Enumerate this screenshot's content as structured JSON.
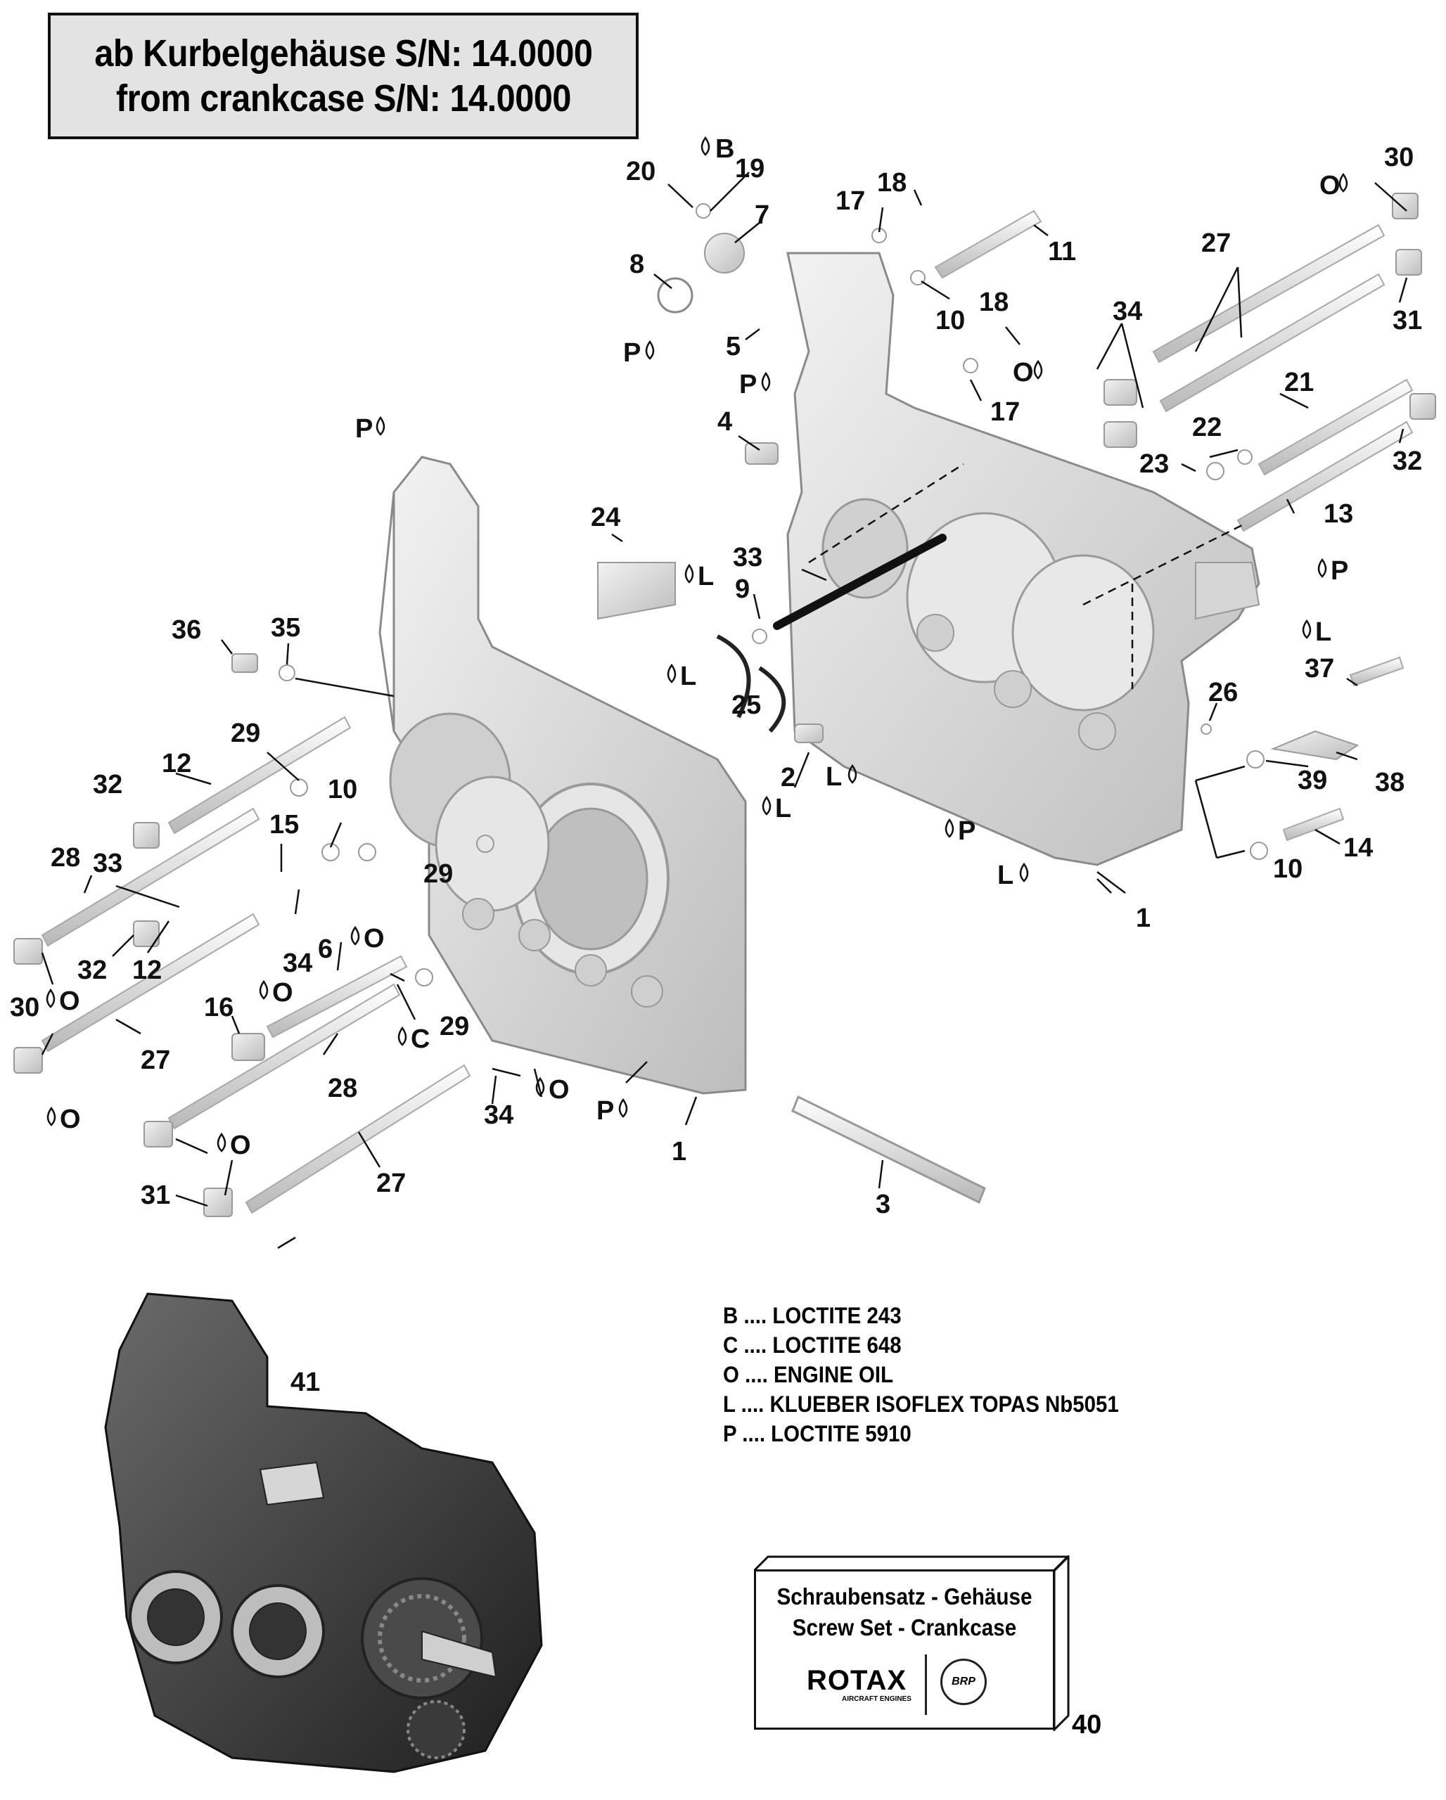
{
  "title": {
    "line1": "ab Kurbelgehäuse S/N: 14.0000",
    "line2": "from crankcase S/N: 14.0000"
  },
  "callouts": [
    {
      "id": "c20",
      "text": "20"
    },
    {
      "id": "c19",
      "text": "19"
    },
    {
      "id": "c7",
      "text": "7"
    },
    {
      "id": "c8",
      "text": "8"
    },
    {
      "id": "c17a",
      "text": "17"
    },
    {
      "id": "c18a",
      "text": "18"
    },
    {
      "id": "c11",
      "text": "11"
    },
    {
      "id": "c10a",
      "text": "10"
    },
    {
      "id": "c5",
      "text": "5"
    },
    {
      "id": "c18b",
      "text": "18"
    },
    {
      "id": "c34a",
      "text": "34"
    },
    {
      "id": "c27a",
      "text": "27"
    },
    {
      "id": "c30a",
      "text": "30"
    },
    {
      "id": "c31a",
      "text": "31"
    },
    {
      "id": "c17b",
      "text": "17"
    },
    {
      "id": "c4",
      "text": "4"
    },
    {
      "id": "c21",
      "text": "21"
    },
    {
      "id": "c22",
      "text": "22"
    },
    {
      "id": "c23",
      "text": "23"
    },
    {
      "id": "c32a",
      "text": "32"
    },
    {
      "id": "c13",
      "text": "13"
    },
    {
      "id": "c24",
      "text": "24"
    },
    {
      "id": "c33a",
      "text": "33"
    },
    {
      "id": "c9",
      "text": "9"
    },
    {
      "id": "c25",
      "text": "25"
    },
    {
      "id": "c36",
      "text": "36"
    },
    {
      "id": "c35",
      "text": "35"
    },
    {
      "id": "c37",
      "text": "37"
    },
    {
      "id": "c26",
      "text": "26"
    },
    {
      "id": "c29a",
      "text": "29"
    },
    {
      "id": "c12a",
      "text": "12"
    },
    {
      "id": "c2",
      "text": "2"
    },
    {
      "id": "c39",
      "text": "39"
    },
    {
      "id": "c38",
      "text": "38"
    },
    {
      "id": "c32b",
      "text": "32"
    },
    {
      "id": "c10b",
      "text": "10"
    },
    {
      "id": "c15",
      "text": "15"
    },
    {
      "id": "c28a",
      "text": "28"
    },
    {
      "id": "c33b",
      "text": "33"
    },
    {
      "id": "c29b",
      "text": "29"
    },
    {
      "id": "c14",
      "text": "14"
    },
    {
      "id": "c10c",
      "text": "10"
    },
    {
      "id": "c1a",
      "text": "1"
    },
    {
      "id": "c34b",
      "text": "34"
    },
    {
      "id": "c6",
      "text": "6"
    },
    {
      "id": "c32c",
      "text": "32"
    },
    {
      "id": "c12b",
      "text": "12"
    },
    {
      "id": "c30b",
      "text": "30"
    },
    {
      "id": "c16",
      "text": "16"
    },
    {
      "id": "c29c",
      "text": "29"
    },
    {
      "id": "c27b",
      "text": "27"
    },
    {
      "id": "c28b",
      "text": "28"
    },
    {
      "id": "c34c",
      "text": "34"
    },
    {
      "id": "c1b",
      "text": "1"
    },
    {
      "id": "c31b",
      "text": "31"
    },
    {
      "id": "c27c",
      "text": "27"
    },
    {
      "id": "c3",
      "text": "3"
    },
    {
      "id": "c41",
      "text": "41"
    }
  ],
  "drop_labels": [
    {
      "id": "dB",
      "text": "B"
    },
    {
      "id": "dO1",
      "text": "O"
    },
    {
      "id": "dP1",
      "text": "P"
    },
    {
      "id": "dP2",
      "text": "P"
    },
    {
      "id": "dO2",
      "text": "O"
    },
    {
      "id": "dP3",
      "text": "P"
    },
    {
      "id": "dL1",
      "text": "L"
    },
    {
      "id": "dL2",
      "text": "L"
    },
    {
      "id": "dP4",
      "text": "P"
    },
    {
      "id": "dL3",
      "text": "L"
    },
    {
      "id": "dL4",
      "text": "L"
    },
    {
      "id": "dL5",
      "text": "L"
    },
    {
      "id": "dP5",
      "text": "P"
    },
    {
      "id": "dL6",
      "text": "L"
    },
    {
      "id": "dO3",
      "text": "O"
    },
    {
      "id": "dO4",
      "text": "O"
    },
    {
      "id": "dO5",
      "text": "O"
    },
    {
      "id": "dC",
      "text": "C"
    },
    {
      "id": "dO6",
      "text": "O"
    },
    {
      "id": "dP6",
      "text": "P"
    },
    {
      "id": "dO7",
      "text": "O"
    },
    {
      "id": "dO8",
      "text": "O"
    }
  ],
  "legend": [
    {
      "key": "B",
      "text": "B .... LOCTITE 243"
    },
    {
      "key": "C",
      "text": "C .... LOCTITE 648"
    },
    {
      "key": "O",
      "text": "O .... ENGINE OIL"
    },
    {
      "key": "L",
      "text": "L .... KLUEBER ISOFLEX TOPAS Nb5051"
    },
    {
      "key": "P",
      "text": "P .... LOCTITE 5910"
    }
  ],
  "screw_set": {
    "line1": "Schraubensatz - Gehäuse",
    "line2": "Screw Set - Crankcase",
    "brand": "ROTAX",
    "brand_sub": "AIRCRAFT ENGINES",
    "badge": "BRP",
    "ref": "40"
  },
  "colors": {
    "part_fill": "#dcdcdc",
    "part_stroke": "#8a8a8a",
    "assembly_dark": "#3a3a3a",
    "title_bg": "#e3e3e3"
  }
}
